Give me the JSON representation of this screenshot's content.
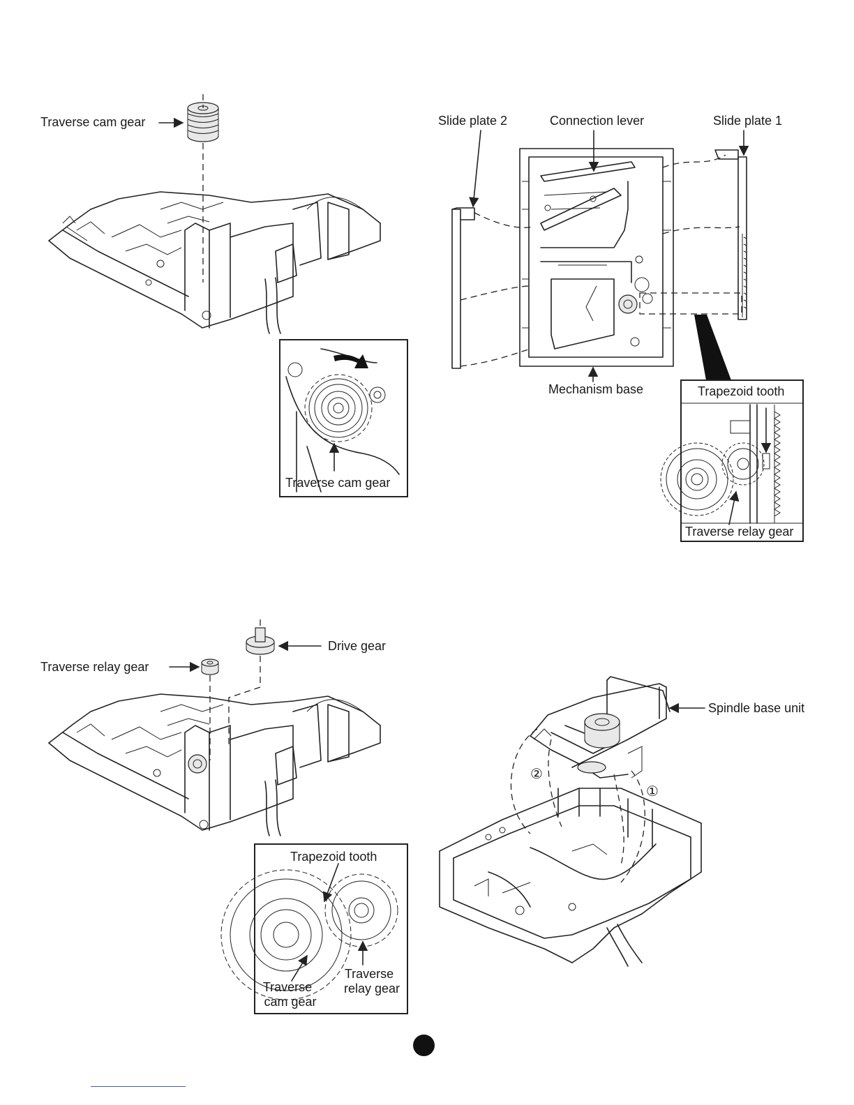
{
  "fig1": {
    "traverse_cam_gear": "Traverse cam gear",
    "inset_traverse_cam_gear": "Traverse cam gear"
  },
  "fig2": {
    "slide_plate_2": "Slide plate 2",
    "connection_lever": "Connection lever",
    "slide_plate_1": "Slide plate 1",
    "mechanism_base": "Mechanism base",
    "inset_trapezoid_tooth": "Trapezoid tooth",
    "inset_traverse_relay_gear": "Traverse relay gear"
  },
  "fig3": {
    "drive_gear": "Drive gear",
    "traverse_relay_gear": "Traverse relay gear",
    "inset_trapezoid_tooth": "Trapezoid tooth",
    "inset_traverse_relay_gear_l1": "Traverse",
    "inset_traverse_relay_gear_l2": "relay gear",
    "inset_traverse_cam_gear_l1": "Traverse",
    "inset_traverse_cam_gear_l2": "cam gear"
  },
  "fig4": {
    "spindle_base_unit": "Spindle base unit",
    "step_1": "①",
    "step_2": "②"
  }
}
